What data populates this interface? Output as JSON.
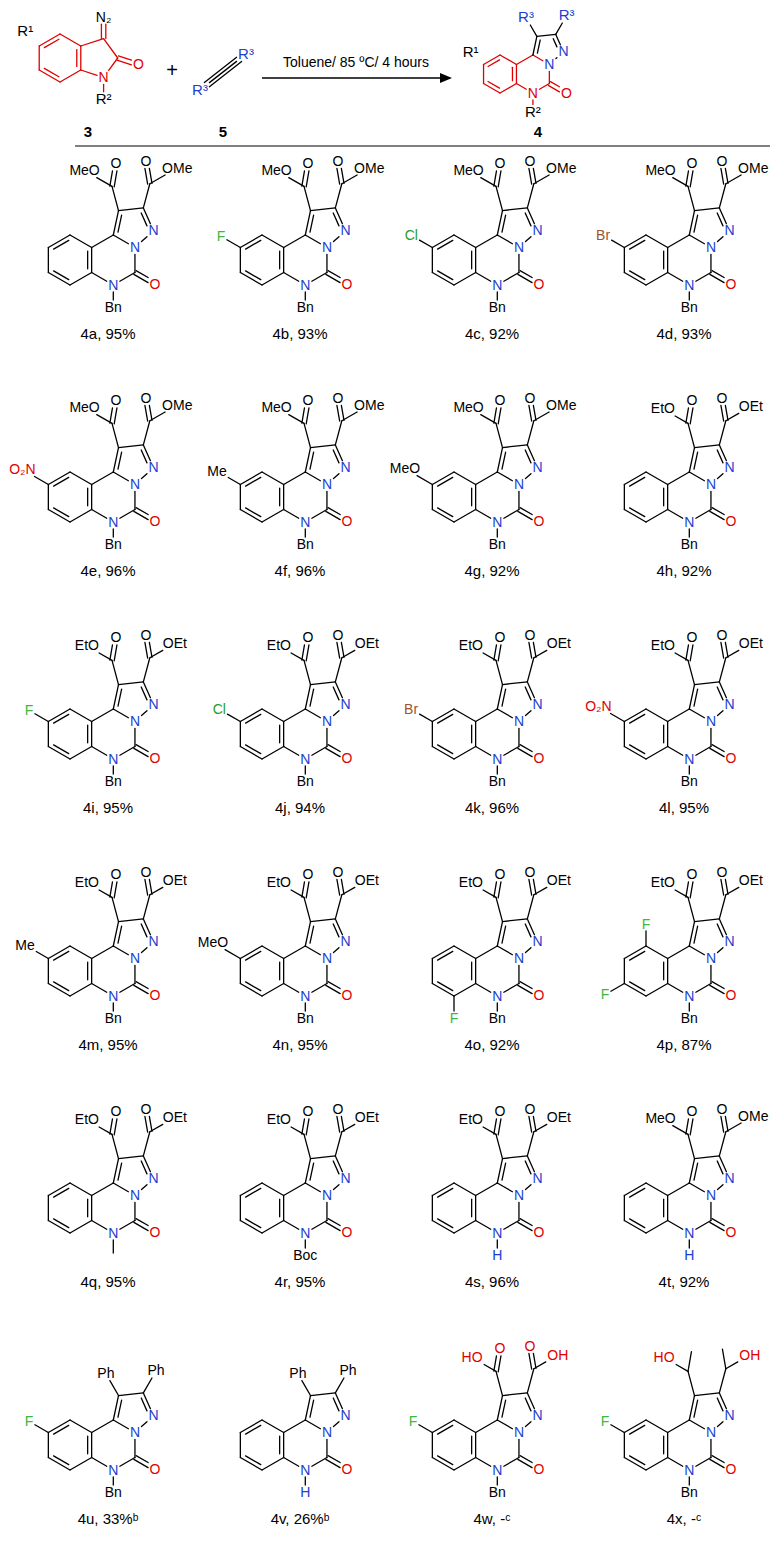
{
  "diagram": {
    "labels": [
      "R¹",
      "N₂",
      "O",
      "N",
      "R²",
      "+",
      "R³",
      "R³",
      "Toluene/ 85 ºC/ 4 hours",
      "R³",
      "R³",
      "R¹",
      "N",
      "N",
      "O",
      "N",
      "R²",
      "3",
      "5",
      "4",
      "MeO",
      "O",
      "O",
      "OMe",
      "N",
      "N",
      "O",
      "N",
      "Bn",
      "4a, 95%",
      "MeO",
      "O",
      "O",
      "OMe",
      "N",
      "N",
      "O",
      "N",
      "Bn",
      "F",
      "4b, 93%",
      "MeO",
      "O",
      "O",
      "OMe",
      "N",
      "N",
      "O",
      "N",
      "Bn",
      "Cl",
      "4c, 92%",
      "MeO",
      "O",
      "O",
      "OMe",
      "N",
      "N",
      "O",
      "N",
      "Bn",
      "Br",
      "4d, 93%",
      "MeO",
      "O",
      "O",
      "OMe",
      "N",
      "N",
      "O",
      "N",
      "Bn",
      "O₂N",
      "4e, 96%",
      "MeO",
      "O",
      "O",
      "OMe",
      "N",
      "N",
      "O",
      "N",
      "Bn",
      "Me",
      "4f, 96%",
      "MeO",
      "O",
      "O",
      "OMe",
      "N",
      "N",
      "O",
      "N",
      "Bn",
      "MeO",
      "4g, 92%",
      "EtO",
      "O",
      "O",
      "OEt",
      "N",
      "N",
      "O",
      "N",
      "Bn",
      "4h, 92%",
      "EtO",
      "O",
      "O",
      "OEt",
      "N",
      "N",
      "O",
      "N",
      "Bn",
      "F",
      "4i, 95%",
      "EtO",
      "O",
      "O",
      "OEt",
      "N",
      "N",
      "O",
      "N",
      "Bn",
      "Cl",
      "4j, 94%",
      "EtO",
      "O",
      "O",
      "OEt",
      "N",
      "N",
      "O",
      "N",
      "Bn",
      "Br",
      "4k, 96%",
      "EtO",
      "O",
      "O",
      "OEt",
      "N",
      "N",
      "O",
      "N",
      "Bn",
      "O₂N",
      "4l, 95%",
      "EtO",
      "O",
      "O",
      "OEt",
      "N",
      "N",
      "O",
      "N",
      "Bn",
      "Me",
      "4m, 95%",
      "EtO",
      "O",
      "O",
      "OEt",
      "N",
      "N",
      "O",
      "N",
      "Bn",
      "MeO",
      "4n, 95%",
      "EtO",
      "O",
      "O",
      "OEt",
      "N",
      "N",
      "O",
      "N",
      "Bn",
      "F",
      "4o, 92%",
      "EtO",
      "O",
      "O",
      "OEt",
      "N",
      "N",
      "O",
      "N",
      "Bn",
      "F",
      "F",
      "4p, 87%",
      "EtO",
      "O",
      "O",
      "OEt",
      "N",
      "N",
      "O",
      "N",
      "4q, 95%",
      "EtO",
      "O",
      "O",
      "OEt",
      "N",
      "N",
      "O",
      "N",
      "Boc",
      "4r, 95%",
      "EtO",
      "O",
      "O",
      "OEt",
      "N",
      "N",
      "O",
      "N",
      "H",
      "4s, 96%",
      "MeO",
      "O",
      "O",
      "OMe",
      "N",
      "N",
      "O",
      "N",
      "H",
      "4t, 92%",
      "Ph",
      "Ph",
      "N",
      "N",
      "O",
      "N",
      "Bn",
      "F",
      "4u, 33%ᵇ",
      "Ph",
      "Ph",
      "N",
      "N",
      "O",
      "N",
      "H",
      "4v, 26%ᵇ",
      "HO",
      "O",
      "O",
      "OH",
      "N",
      "N",
      "O",
      "N",
      "Bn",
      "F",
      "4w, -ᶜ",
      "HO",
      "OH",
      "N",
      "N",
      "O",
      "N",
      "Bn",
      "F",
      "4x, -ᶜ"
    ]
  }
}
